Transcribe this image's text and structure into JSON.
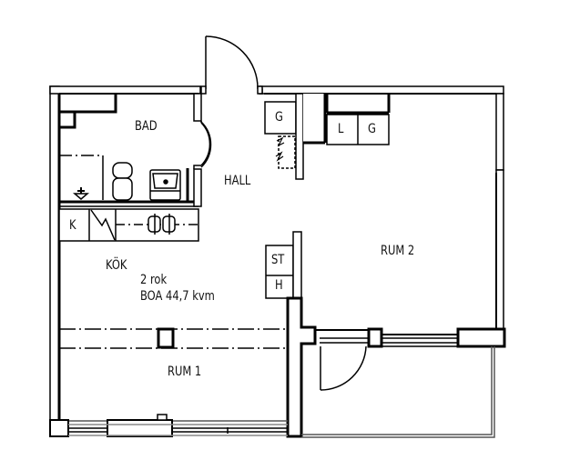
{
  "plan": {
    "type": "floor-plan",
    "apartment_type": "2 rok",
    "area": "BOA 44,7 kvm",
    "stroke_color": "#000000",
    "background": "#ffffff"
  },
  "rooms": {
    "bad": "BAD",
    "hall": "HALL",
    "kok": "KÖK",
    "rum1": "RUM 1",
    "rum2": "RUM 2"
  },
  "summary": {
    "rooms_line": "2 rok",
    "area_line": "BOA 44,7 kvm"
  },
  "fixtures": {
    "hall_wardrobe": "G",
    "rum2_linen": "L",
    "rum2_wardrobe": "G",
    "kitchen_fridge": "K",
    "hall_cabinet_top": "ST",
    "hall_cabinet_bottom": "H"
  },
  "icons": [
    "floor-drain-icon",
    "toilet-icon",
    "sink-icon",
    "stove-icon",
    "electric-panel-icon",
    "door-swing-icon",
    "window-icon"
  ]
}
